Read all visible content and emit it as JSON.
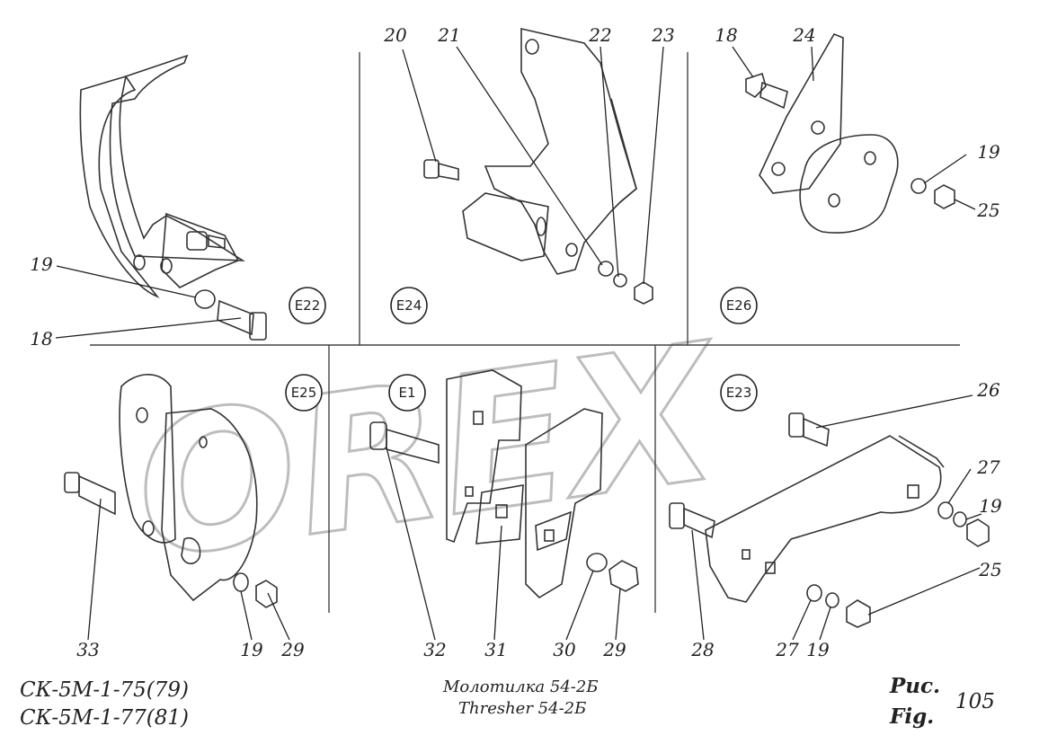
{
  "watermark": "OREX",
  "callouts": [
    {
      "id": "e22",
      "label": "E22"
    },
    {
      "id": "e24",
      "label": "E24"
    },
    {
      "id": "e26",
      "label": "E26"
    },
    {
      "id": "e25",
      "label": "E25"
    },
    {
      "id": "e1",
      "label": "E1"
    },
    {
      "id": "e23",
      "label": "E23"
    }
  ],
  "part_numbers": [
    {
      "id": "n20",
      "label": "20"
    },
    {
      "id": "n21",
      "label": "21"
    },
    {
      "id": "n22",
      "label": "22"
    },
    {
      "id": "n23",
      "label": "23"
    },
    {
      "id": "n18a",
      "label": "18"
    },
    {
      "id": "n24",
      "label": "24"
    },
    {
      "id": "n19a",
      "label": "19"
    },
    {
      "id": "n25a",
      "label": "25"
    },
    {
      "id": "n19b",
      "label": "19"
    },
    {
      "id": "n18b",
      "label": "18"
    },
    {
      "id": "n26",
      "label": "26"
    },
    {
      "id": "n27a",
      "label": "27"
    },
    {
      "id": "n19c",
      "label": "19"
    },
    {
      "id": "n25b",
      "label": "25"
    },
    {
      "id": "n33",
      "label": "33"
    },
    {
      "id": "n19d",
      "label": "19"
    },
    {
      "id": "n29a",
      "label": "29"
    },
    {
      "id": "n32",
      "label": "32"
    },
    {
      "id": "n31",
      "label": "31"
    },
    {
      "id": "n30",
      "label": "30"
    },
    {
      "id": "n29b",
      "label": "29"
    },
    {
      "id": "n28",
      "label": "28"
    },
    {
      "id": "n27b",
      "label": "27"
    },
    {
      "id": "n19e",
      "label": "19"
    }
  ],
  "footer": {
    "model_line1": "СК-5М-1-75(79)",
    "model_line2": "СК-5М-1-77(81)",
    "title_ru": "Молотилка 54-2Б",
    "title_en": "Thresher 54-2Б",
    "fig_ru": "Рис.",
    "fig_en": "Fig.",
    "fig_number": "105"
  }
}
